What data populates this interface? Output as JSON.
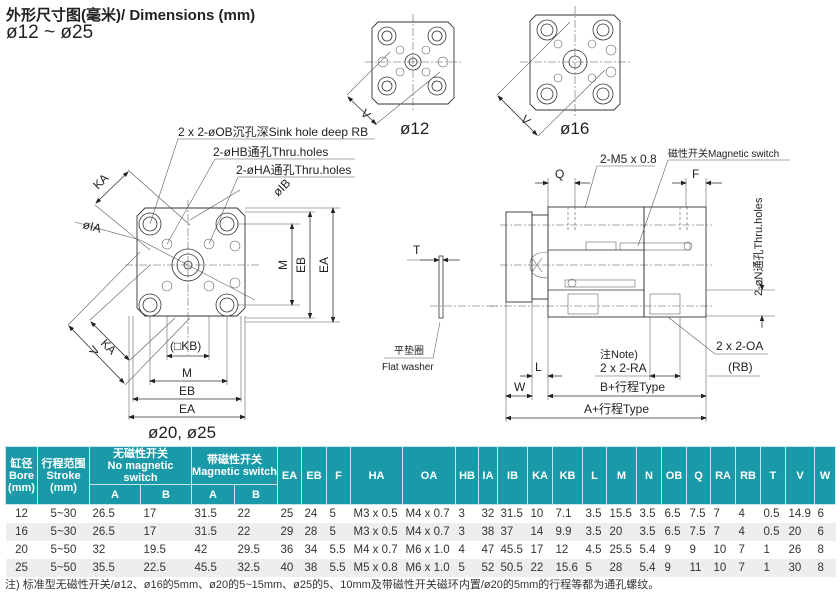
{
  "header": {
    "title": "外形尺寸图(毫米)/ Dimensions (mm)",
    "range": "ø12 ~ ø25"
  },
  "drawing": {
    "views": {
      "phi12": "ø12",
      "phi16": "ø16",
      "phi20_25": "ø20, ø25"
    },
    "labels": {
      "sink_hole": "2 x 2-øOB沉孔深Sink hole deep RB",
      "hb_thru": "2-øHB通孔Thru.holes",
      "ha_thru": "2-øHA通孔Thru.holes",
      "ka": "KA",
      "ia": "øIA",
      "ib": "øIB",
      "m": "M",
      "eb": "EB",
      "ea": "EA",
      "v": "V",
      "kb": "(□KB)",
      "t": "T",
      "flat_washer_cn": "平垫圈",
      "flat_washer_en": "Flat washer",
      "q": "Q",
      "m5": "2-M5 x 0.8",
      "magnetic_switch": "磁性开关Magnetic switch",
      "f": "F",
      "n_thru": "2-øN通孔Thru.holes",
      "oa": "2 x 2-OA",
      "rb": "(RB)",
      "note_ra_1": "注Note)",
      "note_ra_2": "2 x 2-RA",
      "w": "W",
      "l": "L",
      "b_stroke": "B+行程Type",
      "a_stroke": "A+行程Type"
    }
  },
  "table": {
    "headers": {
      "bore": [
        "缸径",
        "Bore",
        "(mm)"
      ],
      "stroke": [
        "行程范围",
        "Stroke",
        "(mm)"
      ],
      "no_switch": [
        "无磁性开关",
        "No magnetic switch"
      ],
      "with_switch": [
        "带磁性开关",
        "Magnetic switch"
      ],
      "sub_a": "A",
      "sub_b": "B",
      "cols": [
        "EA",
        "EB",
        "F",
        "HA",
        "OA",
        "HB",
        "IA",
        "IB",
        "KA",
        "KB",
        "L",
        "M",
        "N",
        "OB",
        "Q",
        "RA",
        "RB",
        "T",
        "V",
        "W"
      ]
    },
    "rows": [
      [
        "12",
        "5~30",
        "26.5",
        "17",
        "31.5",
        "22",
        "25",
        "24",
        "5",
        "M3 x 0.5",
        "M4 x 0.7",
        "3",
        "32",
        "31.5",
        "10",
        "7.1",
        "3.5",
        "15.5",
        "3.5",
        "6.5",
        "7.5",
        "7",
        "4",
        "0.5",
        "14.9",
        "6"
      ],
      [
        "16",
        "5~30",
        "26.5",
        "17",
        "31.5",
        "22",
        "29",
        "28",
        "5",
        "M3 x 0.5",
        "M4 x 0.7",
        "3",
        "38",
        "37",
        "14",
        "9.9",
        "3.5",
        "20",
        "3.5",
        "6.5",
        "7.5",
        "7",
        "4",
        "0.5",
        "20",
        "6"
      ],
      [
        "20",
        "5~50",
        "32",
        "19.5",
        "42",
        "29.5",
        "36",
        "34",
        "5.5",
        "M4 x 0.7",
        "M6 x 1.0",
        "4",
        "47",
        "45.5",
        "17",
        "12",
        "4.5",
        "25.5",
        "5.4",
        "9",
        "9",
        "10",
        "7",
        "1",
        "26",
        "8"
      ],
      [
        "25",
        "5~50",
        "35.5",
        "22.5",
        "45.5",
        "32.5",
        "40",
        "38",
        "5.5",
        "M5 x 0.8",
        "M6 x 1.0",
        "5",
        "52",
        "50.5",
        "22",
        "15.6",
        "5",
        "28",
        "5.4",
        "9",
        "11",
        "10",
        "7",
        "1",
        "30",
        "8"
      ]
    ],
    "note": "注) 标准型无磁性开关/ø12、ø16的5mm、ø20的5~15mm、ø25的5、10mm及带磁性开关磁环内置/ø20的5mm的行程等都为通孔螺纹。"
  },
  "colors": {
    "header_bg": "#1a9aa8",
    "alt_row_bg": "#eeeeee"
  }
}
